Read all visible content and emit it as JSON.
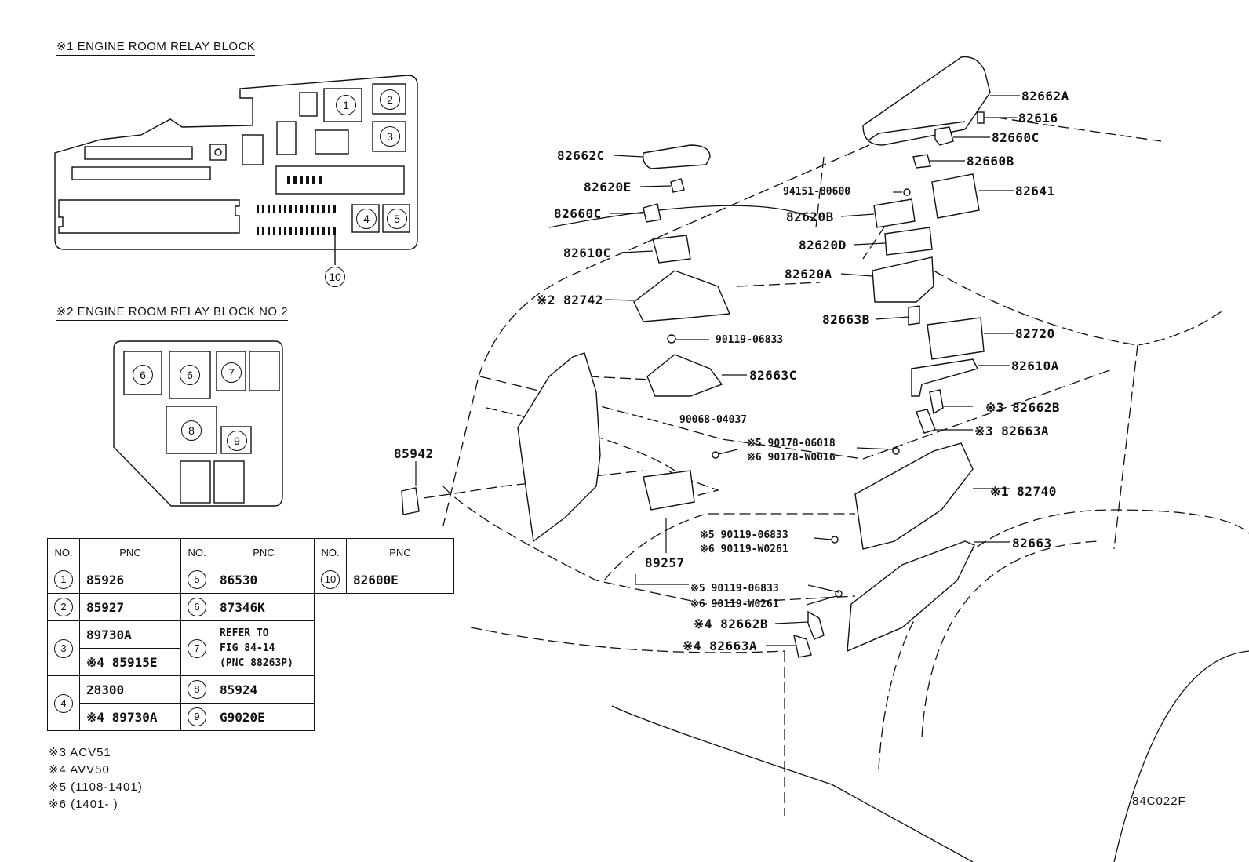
{
  "block1": {
    "title": "※1 ENGINE ROOM RELAY BLOCK",
    "c1": "1",
    "c2": "2",
    "c3": "3",
    "c4": "4",
    "c5": "5",
    "c10": "10"
  },
  "block2": {
    "title": "※2 ENGINE ROOM RELAY BLOCK NO.2",
    "c6a": "6",
    "c6b": "6",
    "c7": "7",
    "c8": "8",
    "c9": "9"
  },
  "table": {
    "hdr_no": "NO.",
    "hdr_pnc": "PNC",
    "r1_no": "1",
    "r1_pnc": "85926",
    "r2_no": "2",
    "r2_pnc": "85927",
    "r3_no": "3",
    "r3_pnc_a": "89730A",
    "r3_pnc_b": "※4 85915E",
    "r4_no": "4",
    "r4_pnc_a": "28300",
    "r4_pnc_b": "※4 89730A",
    "r5_no": "5",
    "r5_pnc": "86530",
    "r6_no": "6",
    "r6_pnc": "87346K",
    "r7_no": "7",
    "r7_pnc_1": "REFER TO",
    "r7_pnc_2": "FIG 84-14",
    "r7_pnc_3": "(PNC 88263P)",
    "r8_no": "8",
    "r8_pnc": "85924",
    "r9_no": "9",
    "r9_pnc": "G9020E",
    "r10_no": "10",
    "r10_pnc": "82600E"
  },
  "notes": [
    "※3 ACV51",
    "※4 AVV50",
    "※5 (1108-1401)",
    "※6 (1401-      )"
  ],
  "labels": {
    "l82662A": "82662A",
    "l82616": "82616",
    "l82660C_r": "82660C",
    "l82660B": "82660B",
    "l94151": "94151-80600",
    "l82641": "82641",
    "l82620B": "82620B",
    "l82620D": "82620D",
    "l82620A": "82620A",
    "l82663B": "82663B",
    "l82720": "82720",
    "l82610A": "82610A",
    "l82662B_3": "※3 82662B",
    "l82663A_3": "※3 82663A",
    "l82662C": "82662C",
    "l82620E": "82620E",
    "l82660C_l": "82660C",
    "l82610C": "82610C",
    "l82742": "※2 82742",
    "l90119_a": "90119-06833",
    "l82663C": "82663C",
    "l90068": "90068-04037",
    "l90178_5": "※5  90178-06018",
    "l90178_6": "※6  90178-W0016",
    "l85942": "85942",
    "l82740": "※1 82740",
    "l82663": "82663",
    "l90119_5a": "※5 90119-06833",
    "l90119_6a": "※6 90119-W0261",
    "l89257": "89257",
    "l90119_5b": "※5 90119-06833",
    "l90119_6b": "※6 90119-W0261",
    "l82662B_4": "※4 82662B",
    "l82663A_4": "※4 82663A"
  },
  "footer_code": "84C022F"
}
